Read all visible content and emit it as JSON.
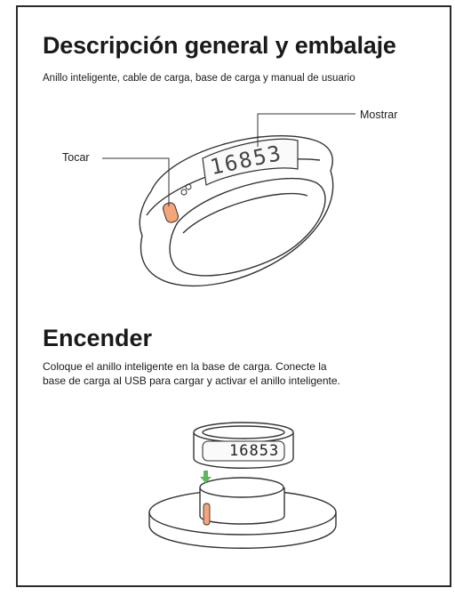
{
  "overview": {
    "title": "Descripción general y embalaje",
    "subtitle": "Anillo inteligente, cable de carga, base de carga y manual de usuario",
    "callout_touch": "Tocar",
    "callout_display": "Mostrar",
    "ring_display": "16853"
  },
  "power_on": {
    "title": "Encender",
    "line1": "Coloque el anillo inteligente en la base de carga. Conecte la",
    "line2": "base de carga al USB para cargar y activar el anillo inteligente.",
    "ring_display": "16853"
  },
  "colors": {
    "text": "#1a1a1a",
    "line": "#333333",
    "touch_accent": "#f4a57a",
    "arrow": "#5cb85c"
  }
}
